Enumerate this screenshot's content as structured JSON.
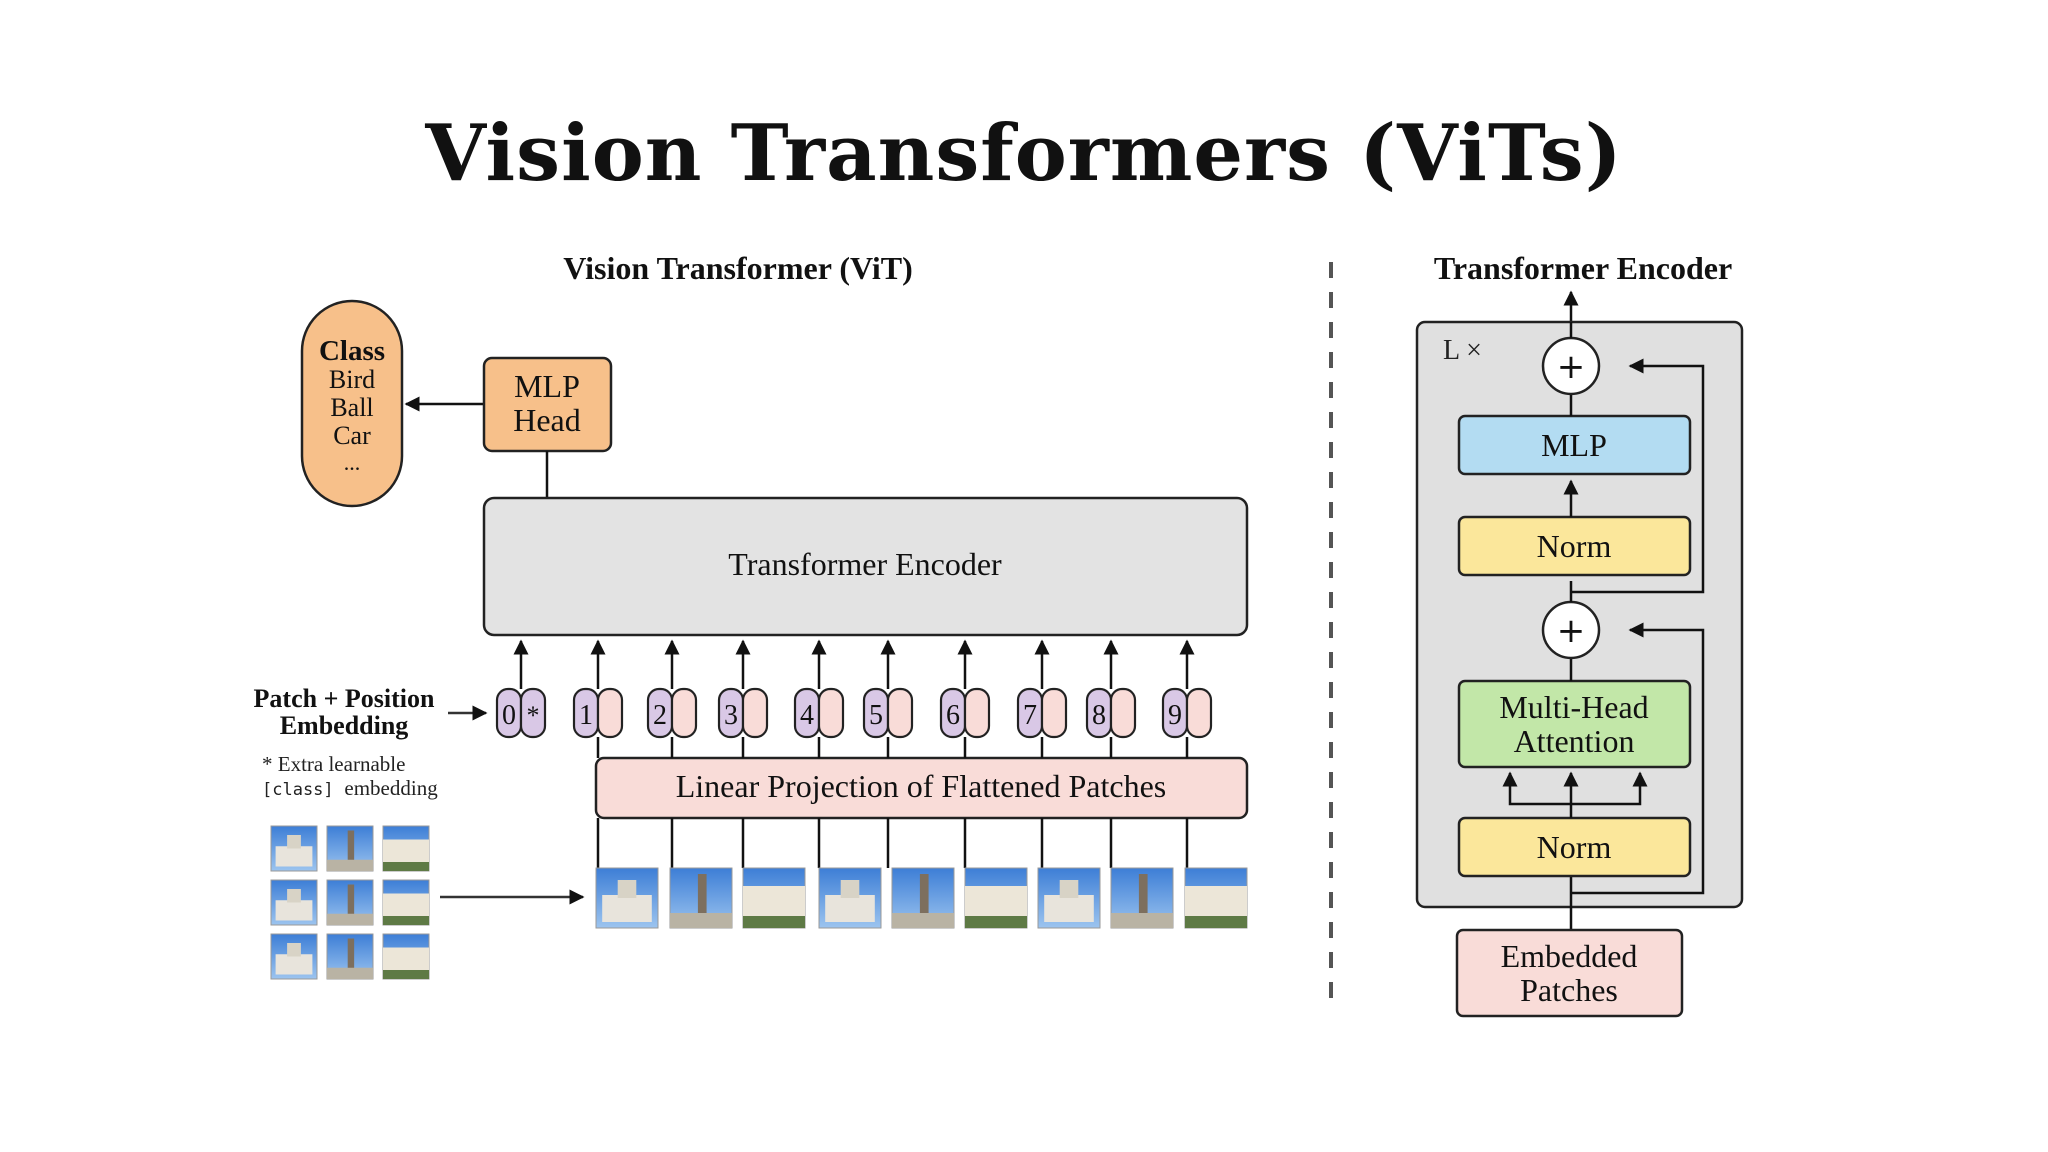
{
  "slide": {
    "title": "Vision Transformers (ViTs)"
  },
  "vit": {
    "title": "Vision Transformer (ViT)",
    "class_box": {
      "header": "Class",
      "items": [
        "Bird",
        "Ball",
        "Car",
        "..."
      ]
    },
    "mlp_head": {
      "line1": "MLP",
      "line2": "Head"
    },
    "encoder_label": "Transformer Encoder",
    "embedding_label": {
      "line1": "Patch + Position",
      "line2": "Embedding"
    },
    "footnote": {
      "line1": "* Extra learnable",
      "code": "[class]",
      "rest": "embedding"
    },
    "tokens": [
      "0",
      "1",
      "2",
      "3",
      "4",
      "5",
      "6",
      "7",
      "8",
      "9"
    ],
    "class_marker": "*",
    "projection_label": "Linear Projection of Flattened Patches"
  },
  "encoder_detail": {
    "title": "Transformer Encoder",
    "repeat_label": "L ×",
    "plus": "+",
    "mlp": "MLP",
    "norm_top": "Norm",
    "attention": {
      "line1": "Multi-Head",
      "line2": "Attention"
    },
    "norm_bottom": "Norm",
    "input": {
      "line1": "Embedded",
      "line2": "Patches"
    }
  },
  "colors": {
    "class_fill": "#f7c08a",
    "mlp_head_fill": "#f7c08a",
    "encoder_fill": "#e3e3e3",
    "token_position_fill": "#d9c8e6",
    "token_patch_fill": "#f9dcd8",
    "projection_fill": "#f9dcd8",
    "mlp_fill": "#b3dcf2",
    "norm_fill": "#fbe79b",
    "attention_fill": "#c2e7a8",
    "embedded_fill": "#f9dcd8",
    "encoder_panel_fill": "#e0e0e0"
  }
}
